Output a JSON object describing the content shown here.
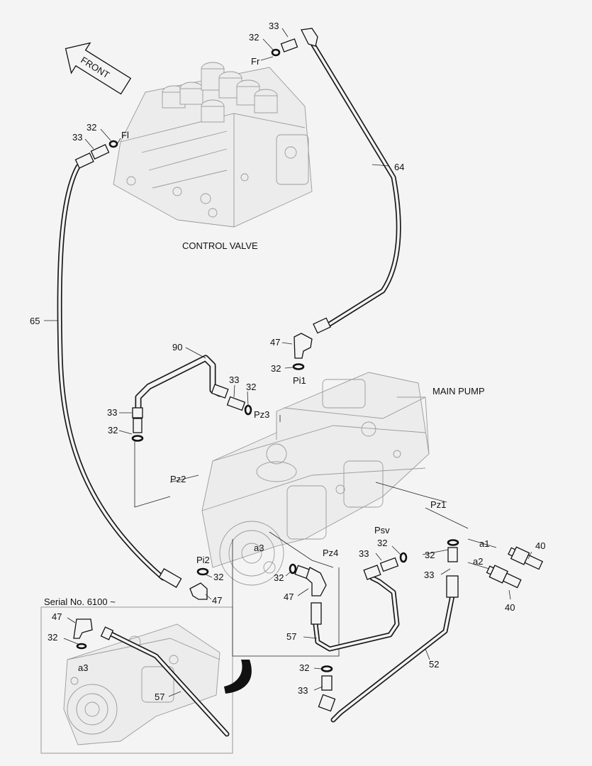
{
  "labels": {
    "control_valve": "CONTROL VALVE",
    "main_pump": "MAIN PUMP",
    "front": "FRONT",
    "serial_no": "Serial No. 6100 ~"
  },
  "ports": {
    "fr": "Fr",
    "fl": "Fl",
    "pi1": "Pi1",
    "pi2": "Pi2",
    "pz1": "Pz1",
    "pz2": "Pz2",
    "pz3": "Pz3",
    "pz4": "Pz4",
    "psv": "Psv",
    "a1": "a1",
    "a2": "a2",
    "a3": "a3",
    "a3_inset": "a3"
  },
  "parts": {
    "p32": "32",
    "p33": "33",
    "p40": "40",
    "p47": "47",
    "p52": "52",
    "p57": "57",
    "p64": "64",
    "p65": "65",
    "p90": "90"
  }
}
